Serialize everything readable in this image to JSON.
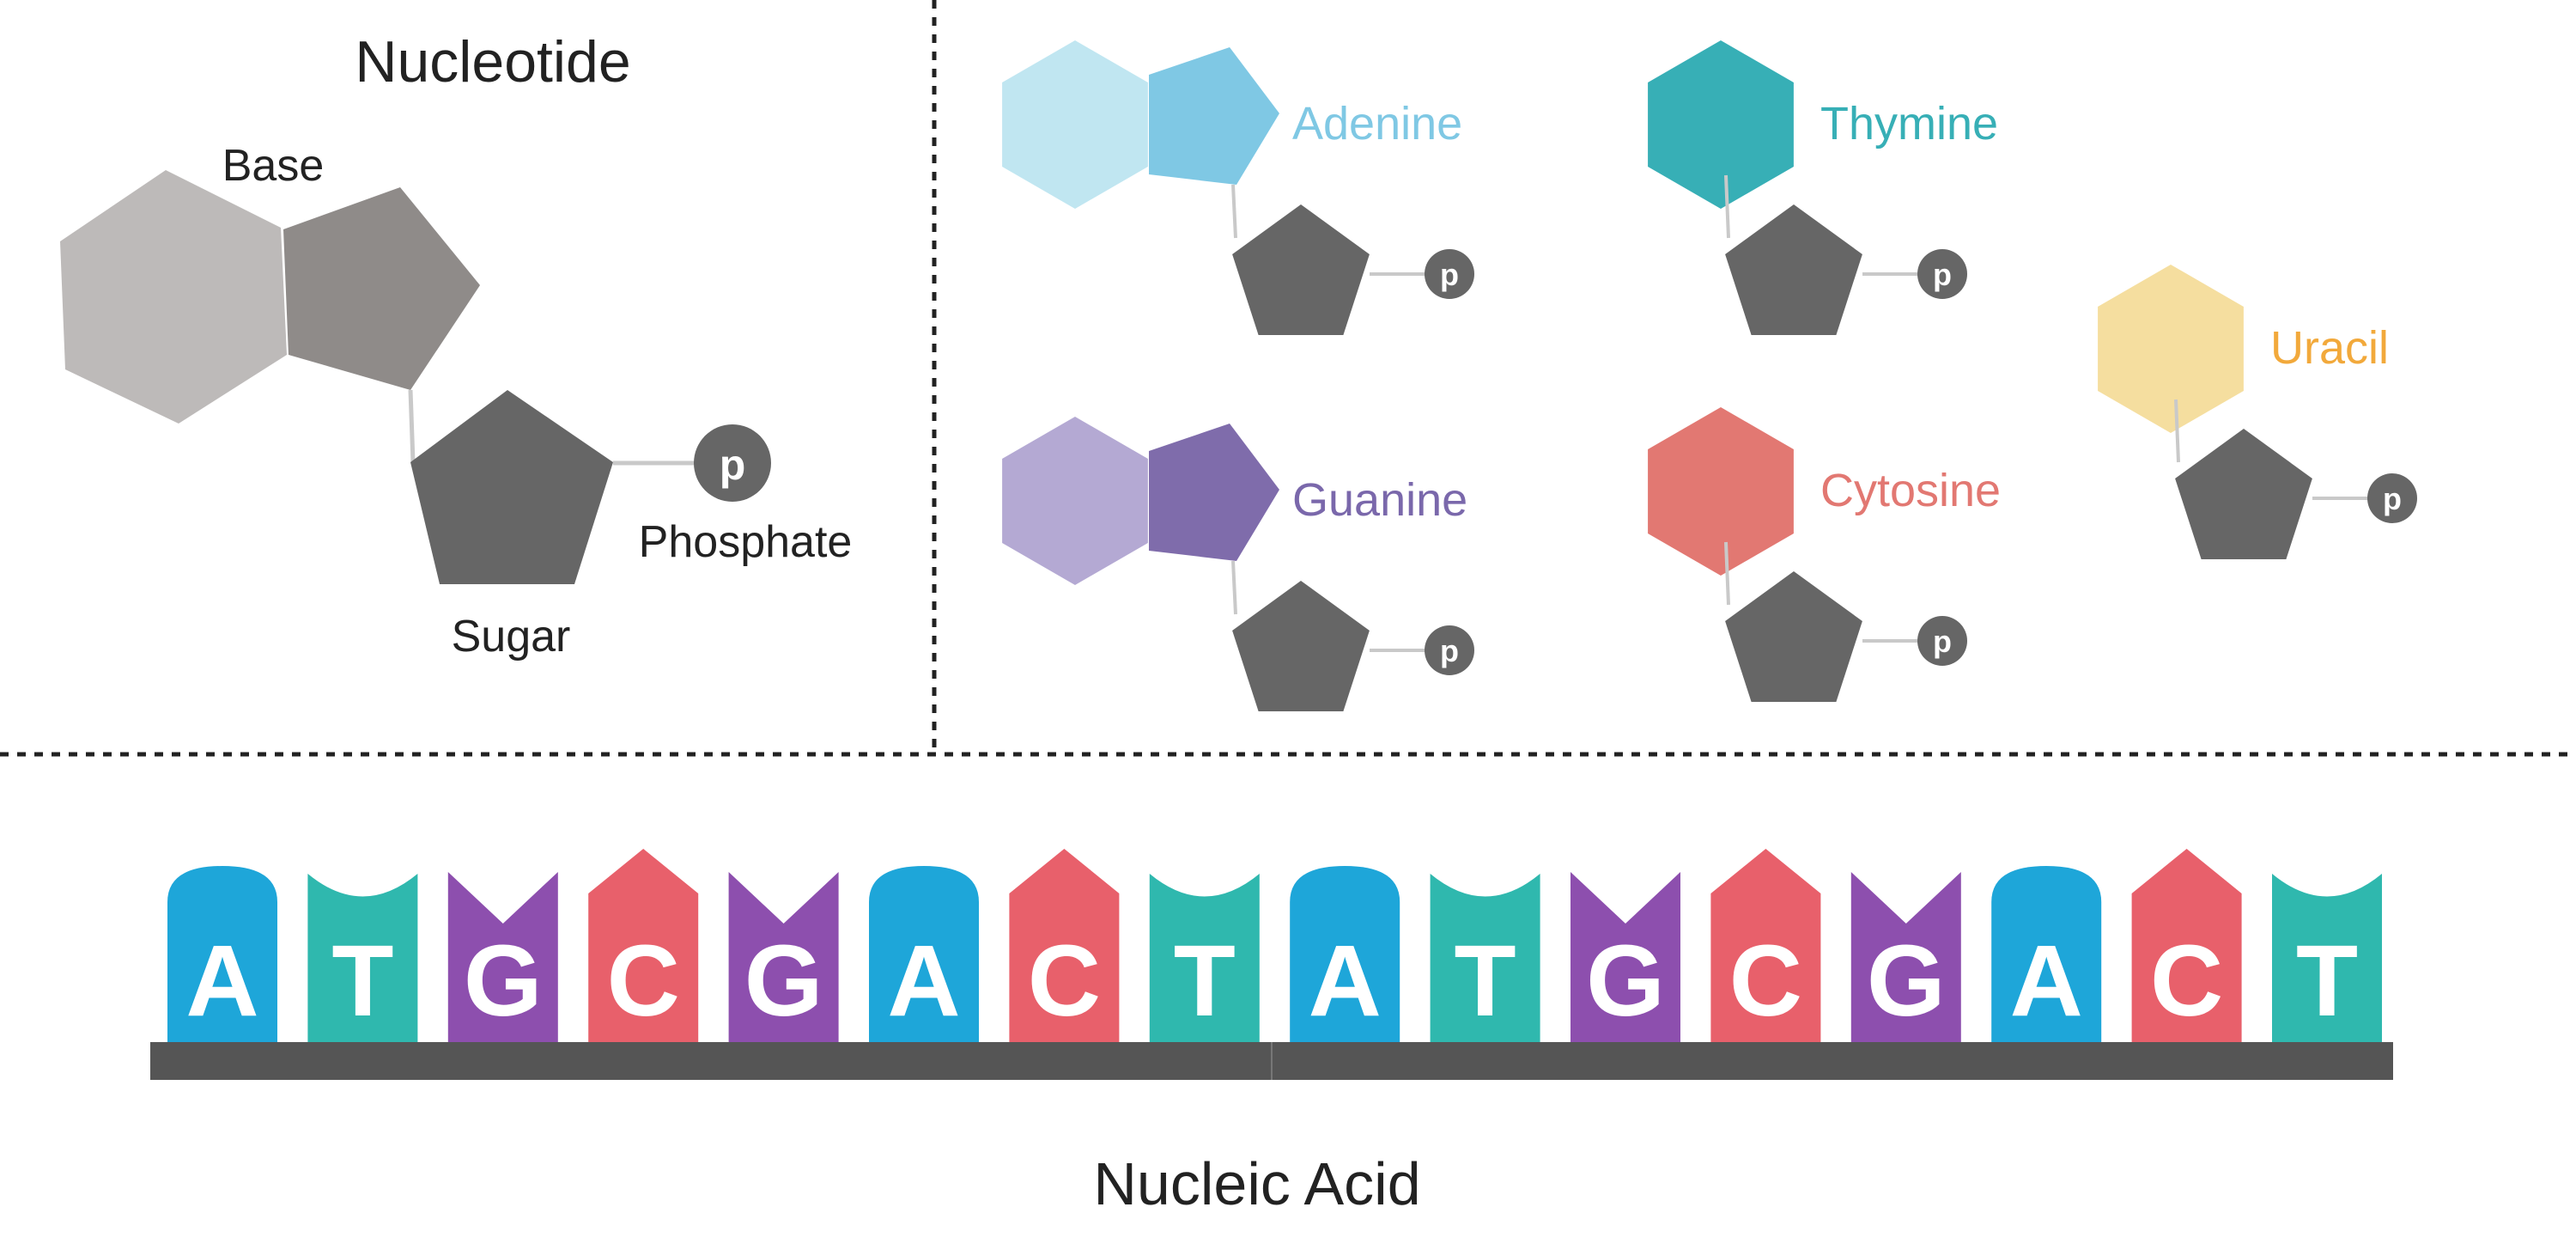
{
  "nucleotide": {
    "title": "Nucleotide",
    "base_label": "Base",
    "sugar_label": "Sugar",
    "phosphate_label": "Phosphate",
    "phosphate_symbol": "p",
    "colors": {
      "hexagon": "#BDBAB9",
      "pentagon": "#8F8B89",
      "sugar": "#666666",
      "phosphate": "#666666"
    }
  },
  "bases": [
    {
      "name": "Adenine",
      "color": "#7FC8E4",
      "hex_color": "#C0E6F1",
      "type": "purine"
    },
    {
      "name": "Thymine",
      "color": "#37AFB6",
      "hex_color": "#37AFB6",
      "type": "pyrimidine"
    },
    {
      "name": "Uracil",
      "color": "#F2A93B",
      "hex_color": "#F5DE9F",
      "type": "pyrimidine"
    },
    {
      "name": "Guanine",
      "color": "#7A68AB",
      "hex_color": "#B4A9D3",
      "pent_color": "#7F6CAB",
      "type": "purine"
    },
    {
      "name": "Cytosine",
      "color": "#E27872",
      "hex_color": "#E27872",
      "type": "pyrimidine"
    }
  ],
  "nucleic_acid": {
    "title": "Nucleic Acid",
    "sequence": [
      "A",
      "T",
      "G",
      "C",
      "G",
      "A",
      "C",
      "T",
      "A",
      "T",
      "G",
      "C",
      "G",
      "A",
      "C",
      "T"
    ],
    "colors": {
      "A": "#1EA6D9",
      "T": "#2FB8AE",
      "G": "#8D4FAE",
      "C": "#E8606B",
      "backbone": "#555555"
    }
  }
}
